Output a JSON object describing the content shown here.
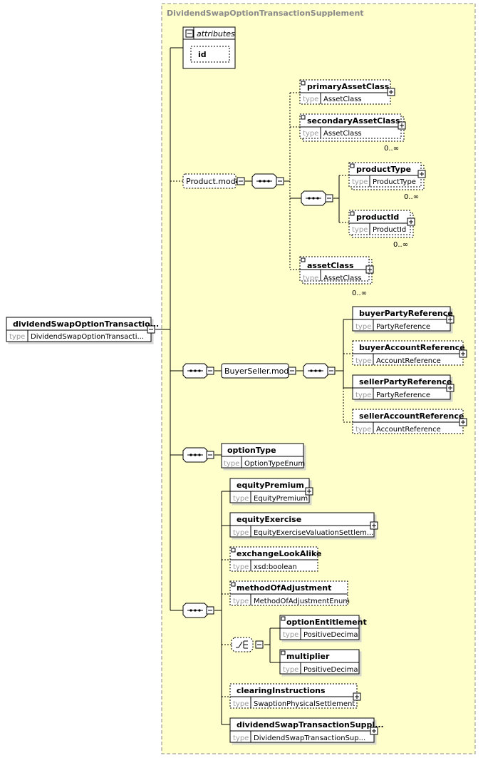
{
  "diagram": {
    "supplement_title": "DividendSwapOptionTransactionSupplement",
    "attributes_label": "attributes",
    "attribute_id": "id",
    "type_keyword": "type",
    "root": {
      "name": "dividendSwapOptionTransactio...",
      "type": "DividendSwapOptionTransacti..."
    },
    "groups": {
      "product_model": "Product.model",
      "buyer_seller_model": "BuyerSeller.model"
    },
    "product": {
      "primaryAssetClass": {
        "name": "primaryAssetClass",
        "type": "AssetClass"
      },
      "secondaryAssetClass": {
        "name": "secondaryAssetClass",
        "type": "AssetClass",
        "card": "0..∞"
      },
      "productType": {
        "name": "productType",
        "type": "ProductType",
        "card": "0..∞"
      },
      "productId": {
        "name": "productId",
        "type": "ProductId",
        "card": "0..∞"
      },
      "assetClass": {
        "name": "assetClass",
        "type": "AssetClass",
        "card": "0..∞"
      }
    },
    "buyer_seller": {
      "buyerPartyReference": {
        "name": "buyerPartyReference",
        "type": "PartyReference"
      },
      "buyerAccountReference": {
        "name": "buyerAccountReference",
        "type": "AccountReference"
      },
      "sellerPartyReference": {
        "name": "sellerPartyReference",
        "type": "PartyReference"
      },
      "sellerAccountReference": {
        "name": "sellerAccountReference",
        "type": "AccountReference"
      }
    },
    "optionType": {
      "name": "optionType",
      "type": "OptionTypeEnum"
    },
    "equity": {
      "equityPremium": {
        "name": "equityPremium",
        "type": "EquityPremium"
      },
      "equityExercise": {
        "name": "equityExercise",
        "type": "EquityExerciseValuationSettlem..."
      },
      "exchangeLookAlike": {
        "name": "exchangeLookAlike",
        "type": "xsd:boolean"
      },
      "methodOfAdjustment": {
        "name": "methodOfAdjustment",
        "type": "MethodOfAdjustmentEnum"
      },
      "optionEntitlement": {
        "name": "optionEntitlement",
        "type": "PositiveDecimal"
      },
      "multiplier": {
        "name": "multiplier",
        "type": "PositiveDecimal"
      },
      "clearingInstructions": {
        "name": "clearingInstructions",
        "type": "SwaptionPhysicalSettlement"
      },
      "dividendSwapTransactionSuppl": {
        "name": "dividendSwapTransactionSuppl...",
        "type": "DividendSwapTransactionSup..."
      }
    }
  }
}
